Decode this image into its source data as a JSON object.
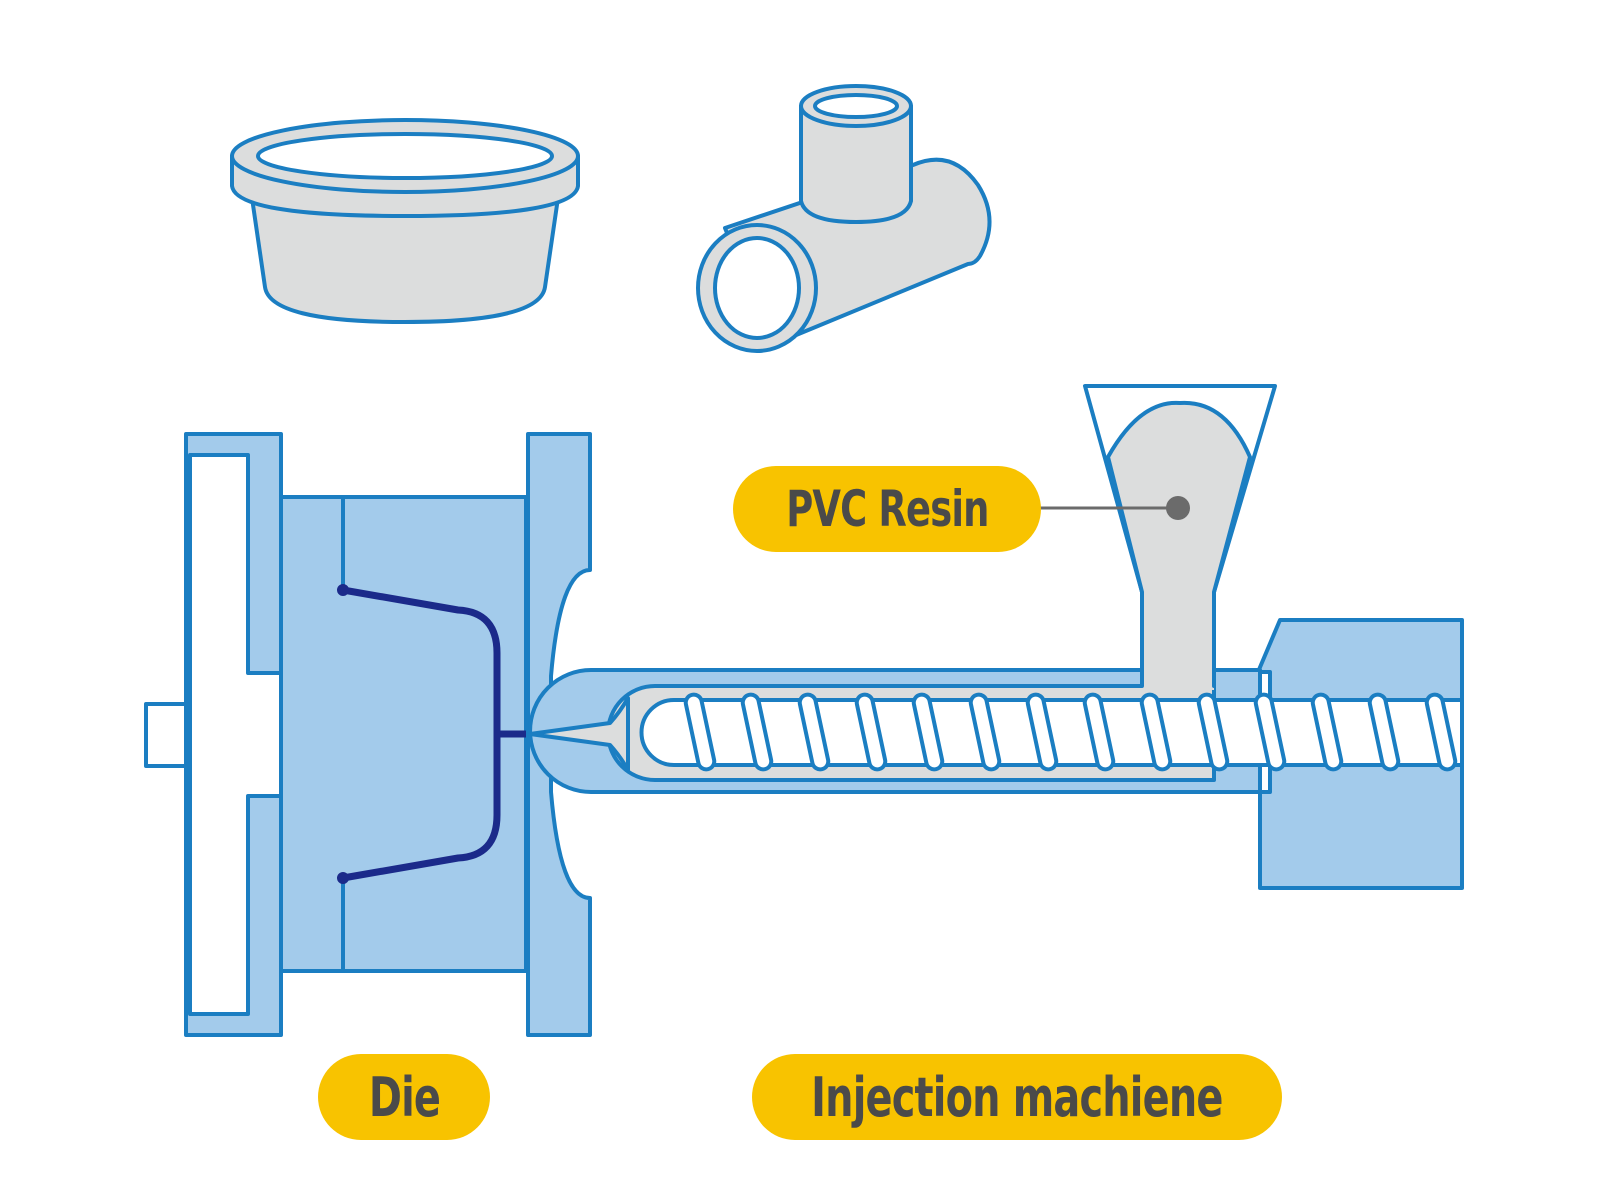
{
  "labels": {
    "pvc_resin": "PVC Resin",
    "die": "Die",
    "injection_machine": "Injection machiene"
  },
  "colors": {
    "outline_blue": "#1b7ec2",
    "fill_light_blue": "#a3cbeb",
    "product_gray": "#dcdddd",
    "cavity_dark_blue": "#1b2a8a",
    "label_yellow": "#f8c300",
    "label_text": "#4a4a4a",
    "leader_gray": "#6b6b6b"
  },
  "icons": [
    "bowl-product-icon",
    "tee-pipe-product-icon"
  ]
}
